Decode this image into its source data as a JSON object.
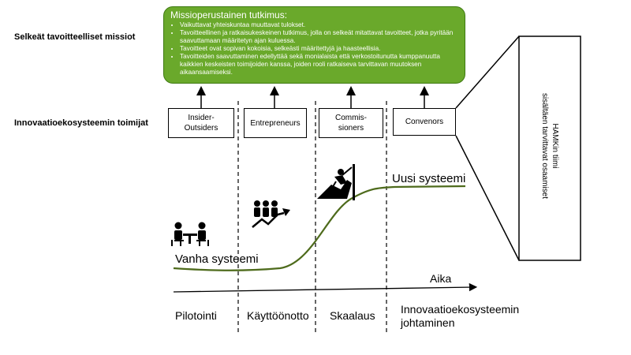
{
  "rows": {
    "missions_label": "Selkeät tavoitteelliset missiot",
    "actors_label": "Innovaatioekosysteemin toimijat"
  },
  "mission": {
    "title": "Missioperustainen tutkimus:",
    "bullets": [
      "Vaikuttavat yhteiskuntaa muuttavat tulokset.",
      "Tavoitteellinen ja ratkaisukeskeinen tutkimus, jolla on selkeät mitattavat tavoitteet, jotka pyritään saavuttamaan määritetyn ajan kuluessa.",
      "Tavoitteet ovat sopivan kokoisia, selkeästi määritettyjä ja haasteellisia.",
      "Tavoitteiden saavuttaminen edellyttää sekä monialaista että verkostoitunutta kumppanuutta kaikkien keskeisten toimijoiden kanssa, joiden rooli ratkaiseva tarvittavan muutoksen aikaansaamiseksi."
    ],
    "fill_color": "#6aa92b"
  },
  "actors": [
    {
      "line1": "Insider-",
      "line2": "Outsiders"
    },
    {
      "line1": "Entrepreneurs",
      "line2": ""
    },
    {
      "line1": "Commis-",
      "line2": "sioners"
    },
    {
      "line1": "Convenors",
      "line2": ""
    }
  ],
  "side_box": {
    "line1": "HAMKin tiimi",
    "line2": "sisältäen tarvittavat osaamiset"
  },
  "curve": {
    "old_system": "Vanha systeemi",
    "new_system": "Uusi systeemi",
    "curve_color": "#4e6b1c"
  },
  "axis": {
    "label": "Aika"
  },
  "phases": {
    "p1": "Pilotointi",
    "p2": "Käyttöönotto",
    "p3": "Skaalaus",
    "p4_line1": "Innovaatioekosysteemin",
    "p4_line2": "johtaminen"
  },
  "icons": {
    "meeting": "meeting-people-icon",
    "growth": "team-growth-icon",
    "climb": "climbing-person-icon"
  }
}
